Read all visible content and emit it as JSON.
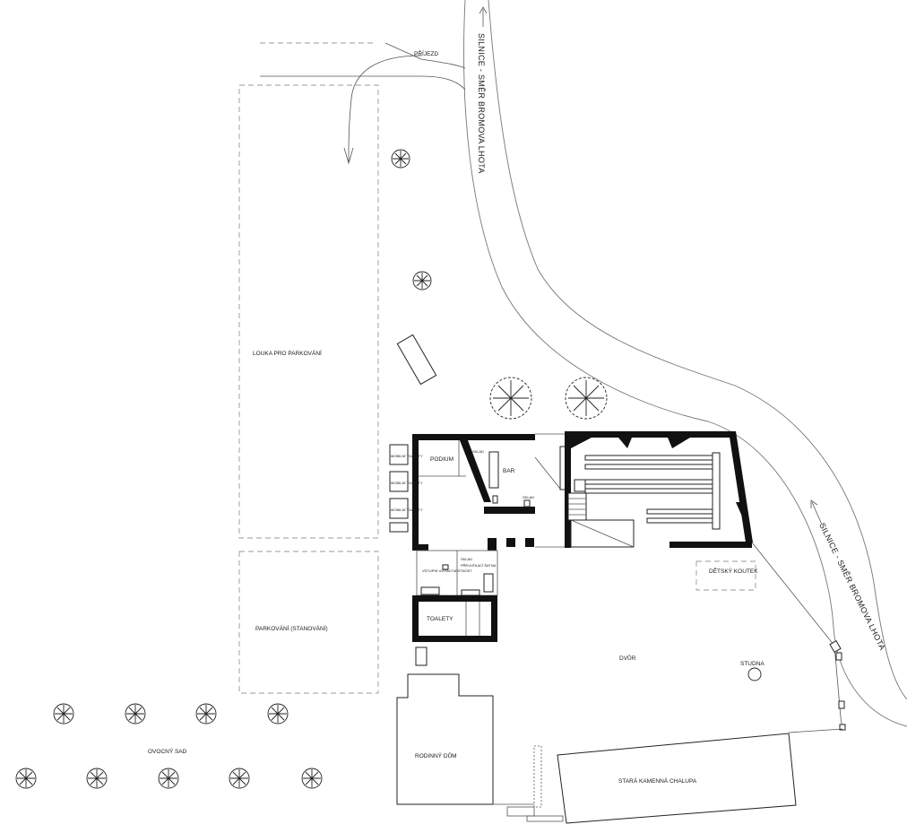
{
  "labels": {
    "road_top": "SILNICE - SMĚR BROMOVA LHOTA",
    "road_right": "SILNICE - SMĚR BROMOVA LHOTA",
    "driveway": "PŘÍJEZD",
    "parking_meadow": "LOUKA PRO PARKOVÁNÍ",
    "parking_camping": "PARKOVÁNÍ (STANOVÁNÍ)",
    "podium": "PODIUM",
    "bar": "BAR",
    "bar_store_top": "SKLAD",
    "bar_store_right": "SKLAD",
    "entrance_room": "VSTUPNÍ UVÍTACÍ MÍSTNOST",
    "changing_room": "PŘEVLÉKACÍ ŠATNA",
    "changing_store": "SKLAD",
    "toilets": "TOALETY",
    "kids_corner": "DĚTSKÝ KOUTEK",
    "courtyard": "DVŮR",
    "well": "STUDNA",
    "family_house": "RODINNÝ DŮM",
    "stone_cottage": "STARÁ KAMENNÁ CHALUPA",
    "orchard": "OVOCNÝ SAD",
    "mobile_toilets": [
      "MOBILNÍ TOALETY",
      "MOBILNÍ TOALETY",
      "MOBILNÍ TOALETY"
    ]
  }
}
